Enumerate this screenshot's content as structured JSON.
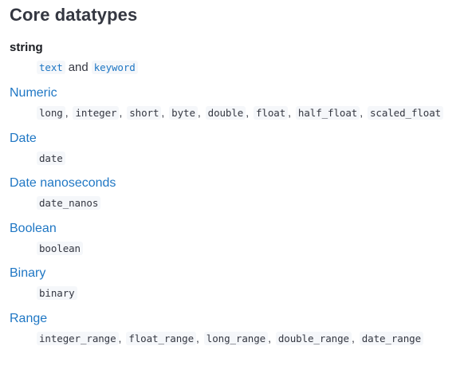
{
  "title": "Core datatypes",
  "sections": [
    {
      "term": "string",
      "items": [
        "text",
        "keyword"
      ],
      "connector": "and"
    },
    {
      "term": "Numeric",
      "items": [
        "long",
        "integer",
        "short",
        "byte",
        "double",
        "float",
        "half_float",
        "scaled_float"
      ],
      "separator": ","
    },
    {
      "term": "Date",
      "items": [
        "date"
      ]
    },
    {
      "term": "Date nanoseconds",
      "items": [
        "date_nanos"
      ]
    },
    {
      "term": "Boolean",
      "items": [
        "boolean"
      ]
    },
    {
      "term": "Binary",
      "items": [
        "binary"
      ]
    },
    {
      "term": "Range",
      "items": [
        "integer_range",
        "float_range",
        "long_range",
        "double_range",
        "date_range"
      ],
      "separator": ","
    }
  ],
  "colors": {
    "link": "#1f77c4",
    "text": "#343741",
    "code_bg": "#f5f7fa"
  }
}
